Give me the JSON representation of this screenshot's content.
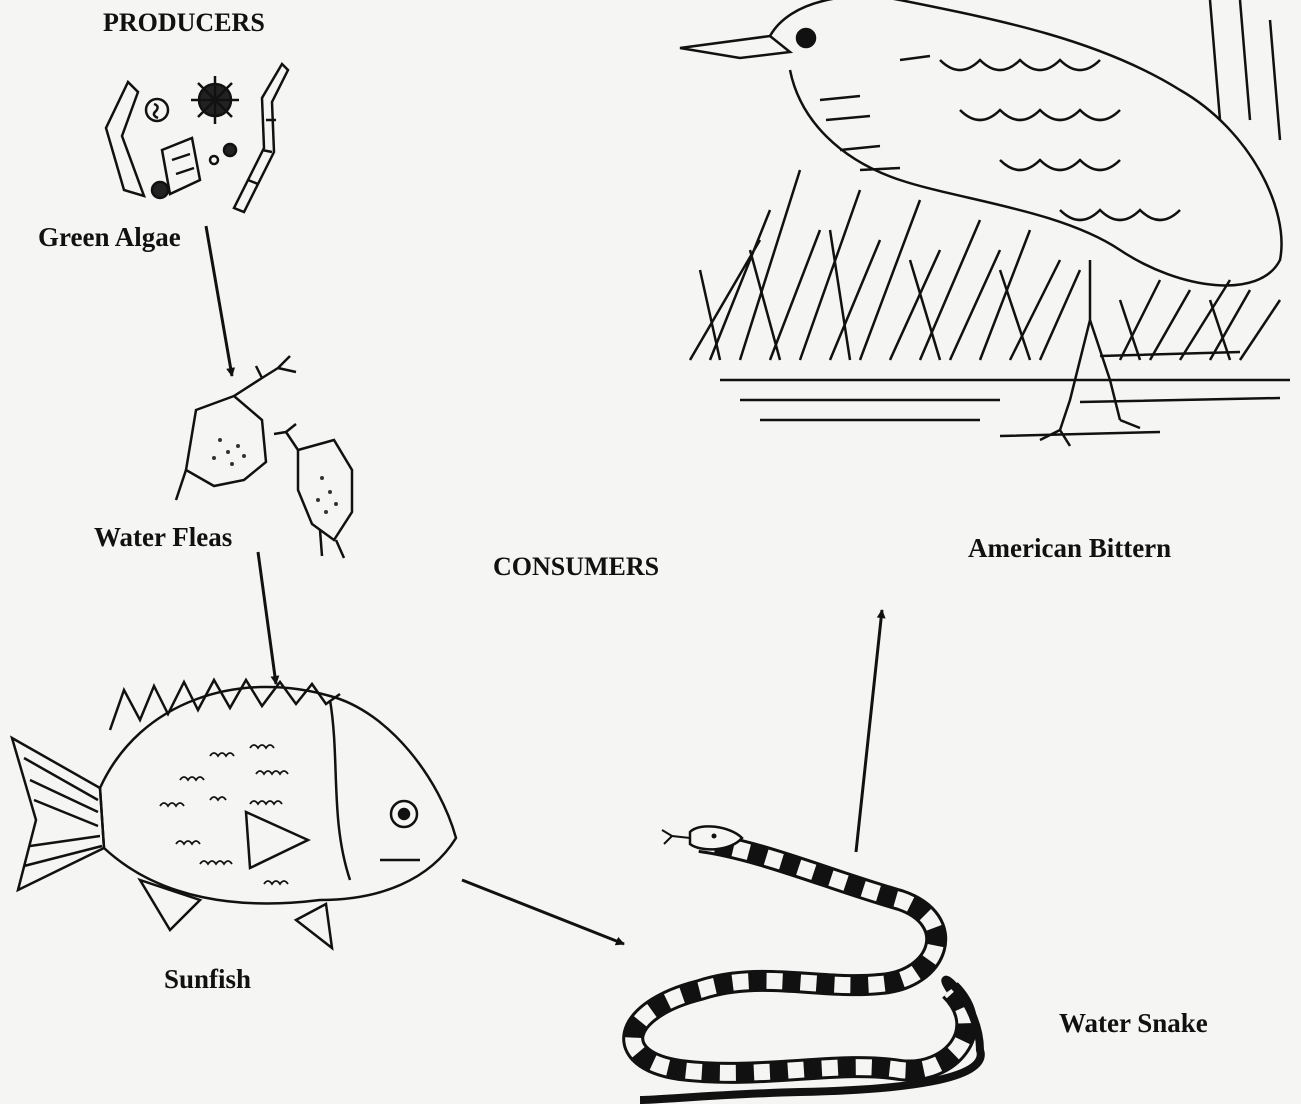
{
  "headings": {
    "producers": "PRODUCERS",
    "consumers": "CONSUMERS"
  },
  "organisms": {
    "green_algae": "Green Algae",
    "water_fleas": "Water Fleas",
    "sunfish": "Sunfish",
    "water_snake": "Water Snake",
    "american_bittern": "American Bittern"
  },
  "colors": {
    "ink": "#111111",
    "paper": "#f5f5f3"
  }
}
